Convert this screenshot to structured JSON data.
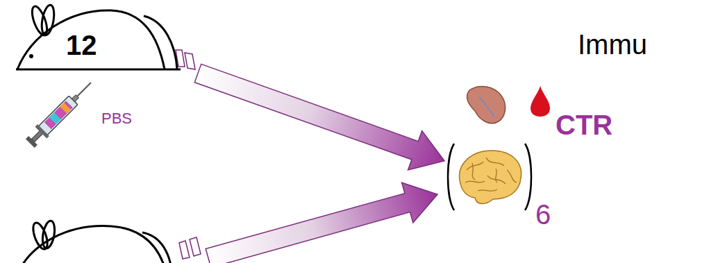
{
  "diagram": {
    "nodes": [
      {
        "text": [
          "12"
        ]
      },
      {
        "text": [
          "6"
        ]
      }
    ],
    "edges": [
      {
        "from": 0,
        "to": 1,
        "arrow": "to"
      }
    ],
    "labels": [
      "PBS",
      "CTR",
      "Immu"
    ]
  }
}
